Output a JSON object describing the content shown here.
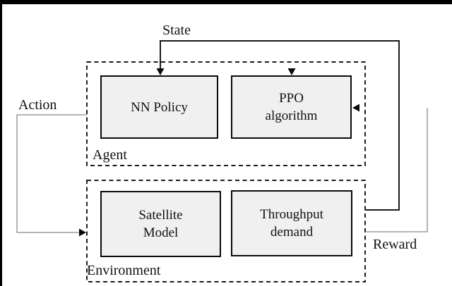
{
  "figure": {
    "signals": {
      "state": "State",
      "action": "Action",
      "reward": "Reward"
    },
    "agent": {
      "title": "Agent",
      "nn_policy_label": "NN Policy",
      "ppo_label": "PPO\nalgorithm"
    },
    "environment": {
      "title": "Environment",
      "satellite_label": "Satellite\nModel",
      "throughput_label": "Throughput\ndemand"
    },
    "colors": {
      "box_fill": "#f0f0f0",
      "box_border": "#0a0a0a",
      "dashed_border": "#1c1c1c",
      "state_line": "#1a1a1a",
      "action_reward_line": "#6b6b6b",
      "frame_bar": "#000000",
      "background": "#ffffff"
    }
  }
}
